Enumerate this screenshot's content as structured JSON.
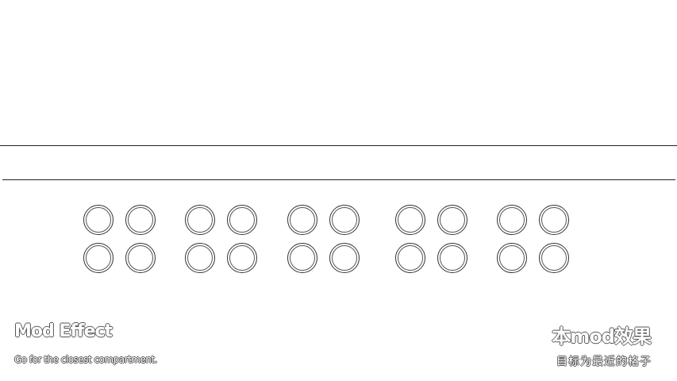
{
  "mod": {
    "title_en": "Mod Effect",
    "subtitle_en": "Go for the closest compartment.",
    "title_zh": "本mod效果",
    "subtitle_zh": "目标为最近的格子"
  },
  "slot_groups": [
    {
      "slots": 4
    },
    {
      "slots": 4
    },
    {
      "slots": 4
    },
    {
      "slots": 4
    },
    {
      "slots": 4
    }
  ],
  "colors": {
    "background": "#ffffff",
    "line": "#222222",
    "text_fill": "#ffffff",
    "text_outline": "#555555"
  }
}
